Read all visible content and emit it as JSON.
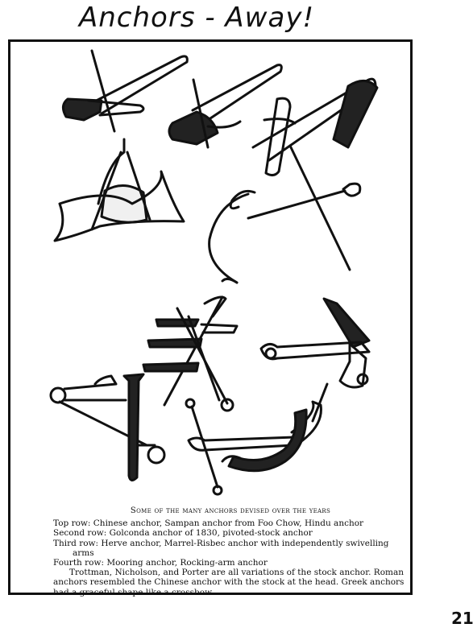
{
  "header": {
    "title": "Anchors - Away!"
  },
  "caption": {
    "heading": "Some of the many anchors devised over the years",
    "rows": [
      "Top row: Chinese anchor, Sampan anchor from Foo Chow, Hindu anchor",
      "Second row: Golconda anchor of 1830, pivoted-stock anchor",
      "Third row: Herve anchor, Marrel-Risbec anchor with independently swivelling",
      "arms",
      "Fourth row: Mooring anchor, Rocking-arm anchor"
    ],
    "paragraph": "Trottman, Nicholson, and Porter are all variations of the stock anchor. Roman anchors resembled the Chinese anchor with the stock at the head. Greek anchors had a graceful shape like a crossbow."
  },
  "page": {
    "number": "21"
  }
}
